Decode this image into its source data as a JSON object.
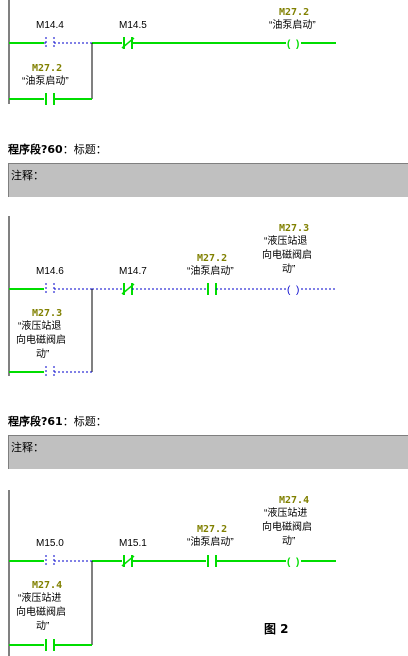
{
  "colors": {
    "power": "#00dd00",
    "inactive": "#0000cc",
    "address": "#808000",
    "comment_bg": "#c0c0c0"
  },
  "net59": {
    "contact1": "M14.4",
    "contact2": "M14.5",
    "coil_addr": "M27.2",
    "coil_symbol": "“油泵启动”",
    "branch_addr": "M27.2",
    "branch_symbol": "“油泵启动”"
  },
  "net60": {
    "title": "程序段?60",
    "title_rest": "：标题：",
    "comment": "注释：",
    "contact1": "M14.6",
    "contact2": "M14.7",
    "contact3_addr": "M27.2",
    "contact3_symbol": "“油泵启动”",
    "coil_addr": "M27.3",
    "coil_symbol_1": "“液压站退",
    "coil_symbol_2": "向电磁阀启",
    "coil_symbol_3": "动”",
    "branch_addr": "M27.3",
    "branch_symbol_1": "“液压站退",
    "branch_symbol_2": "向电磁阀启",
    "branch_symbol_3": "动”"
  },
  "net61": {
    "title": "程序段?61",
    "title_rest": "：标题：",
    "comment": "注释：",
    "contact1": "M15.0",
    "contact2": "M15.1",
    "contact3_addr": "M27.2",
    "contact3_symbol": "“油泵启动”",
    "coil_addr": "M27.4",
    "coil_symbol_1": "“液压站进",
    "coil_symbol_2": "向电磁阀启",
    "coil_symbol_3": "动”",
    "branch_addr": "M27.4",
    "branch_symbol_1": "“液压站进",
    "branch_symbol_2": "向电磁阀启",
    "branch_symbol_3": "动”"
  },
  "figure_label": "图 2"
}
